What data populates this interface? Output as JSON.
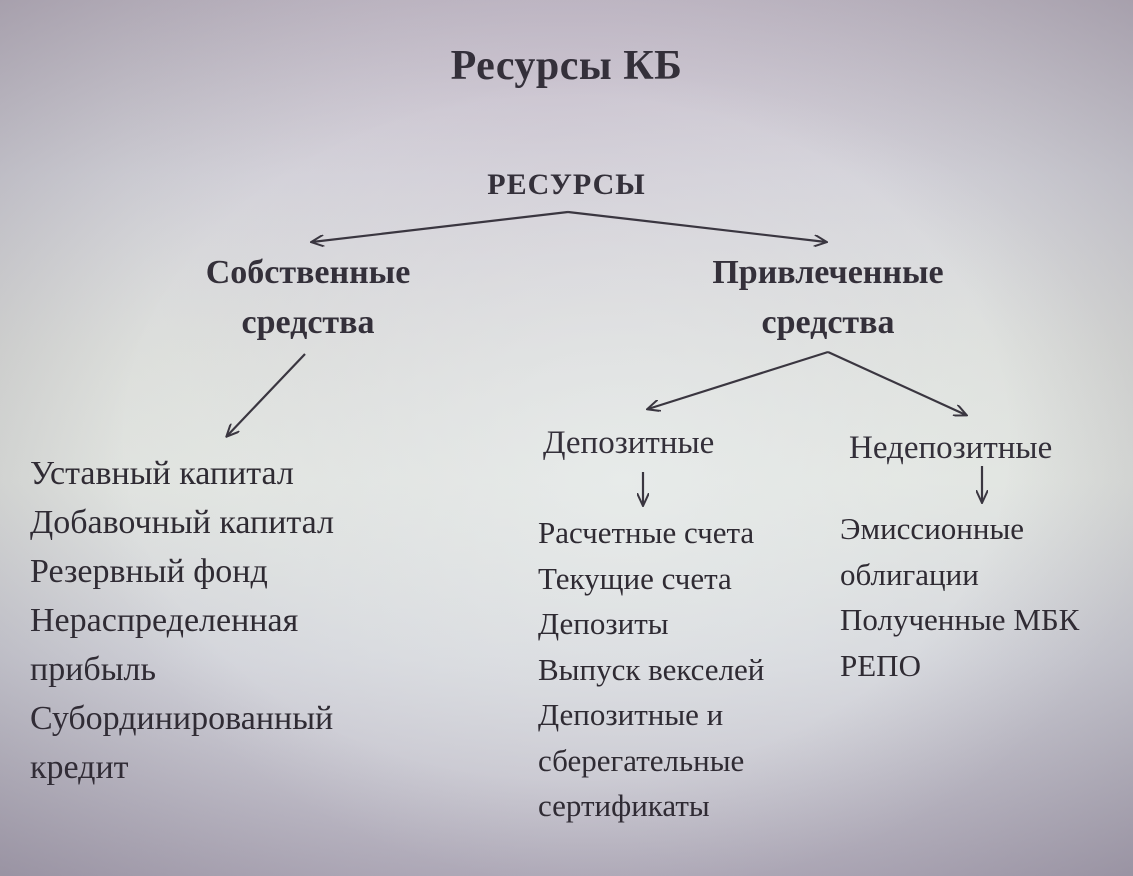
{
  "title": "Ресурсы КБ",
  "root": "РЕСУРСЫ",
  "own_funds": {
    "line1": "Собственные",
    "line2": "средства",
    "items": [
      "Уставный капитал",
      "Добавочный капитал",
      "Резервный фонд",
      "Нераспределенная",
      "прибыль",
      "Субординированный",
      "кредит"
    ]
  },
  "borrowed_funds": {
    "line1": "Привлеченные",
    "line2": "средства",
    "deposit": {
      "label": "Депозитные",
      "items": [
        "Расчетные счета",
        "Текущие счета",
        "Депозиты",
        "Выпуск векселей",
        "Депозитные и",
        "сберегательные",
        "сертификаты"
      ]
    },
    "nondeposit": {
      "label": "Недепозитные",
      "items": [
        "Эмиссионные",
        "облигации",
        "Полученные МБК",
        "РЕПО"
      ]
    }
  }
}
